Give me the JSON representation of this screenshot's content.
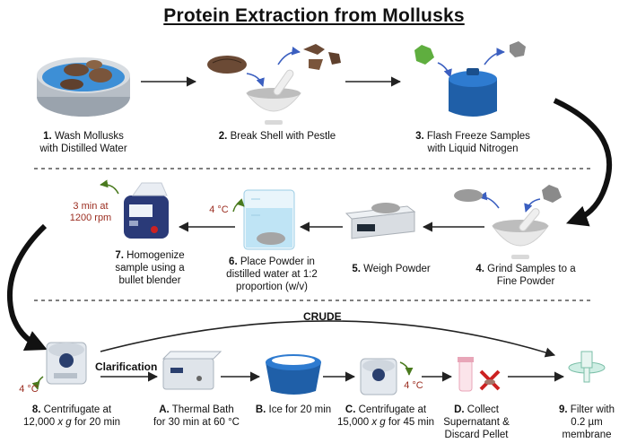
{
  "title": "Protein Extraction from Mollusks",
  "steps": [
    {
      "num": "1.",
      "text_l1": "Wash Mollusks",
      "text_l2": "with Distilled Water"
    },
    {
      "num": "2.",
      "text_l1": "Break Shell with Pestle",
      "text_l2": ""
    },
    {
      "num": "3.",
      "text_l1": "Flash Freeze Samples",
      "text_l2": "with Liquid Nitrogen"
    },
    {
      "num": "4.",
      "text_l1": "Grind Samples to a",
      "text_l2": "Fine Powder"
    },
    {
      "num": "5.",
      "text_l1": "Weigh Powder",
      "text_l2": ""
    },
    {
      "num": "6.",
      "text_l1": "Place Powder in",
      "text_l2": "distilled water at 1:2",
      "text_l3": "proportion (w/v)"
    },
    {
      "num": "7.",
      "text_l1": "Homogenize",
      "text_l2": "sample using a",
      "text_l3": "bullet blender"
    },
    {
      "num": "8.",
      "text_l1": "Centrifugate at",
      "text_l2_pre": "12,000 ",
      "text_l2_var": "x g",
      "text_l2_post": " for 20 min"
    },
    {
      "num": "A.",
      "text_l1": "Thermal Bath",
      "text_l2": "for 30 min at 60 °C"
    },
    {
      "num": "B.",
      "text_l1": "Ice for 20 min",
      "text_l2": ""
    },
    {
      "num": "C.",
      "text_l1": "Centrifugate at",
      "text_l2_pre": "15,000 ",
      "text_l2_var": "x g",
      "text_l2_post": " for 45 min"
    },
    {
      "num": "D.",
      "text_l1": "Collect",
      "text_l2": "Supernatant &",
      "text_l3": "Discard Pellet"
    },
    {
      "num": "9.",
      "text_l1": "Filter with",
      "text_l2": "0.2 µm",
      "text_l3": "membrane"
    }
  ],
  "annotations": {
    "temp_step6": "4 °C",
    "blender_time_l1": "3 min at",
    "blender_time_l2": "1200 rpm",
    "temp_step8": "4 °C",
    "temp_stepC": "4 °C",
    "crude_label": "CRUDE",
    "clarification_label": "Clarification"
  },
  "colors": {
    "annotation_red": "#9b2d20",
    "arrow_blue": "#3b5fc0",
    "green_arrow": "#4a7a1e"
  }
}
